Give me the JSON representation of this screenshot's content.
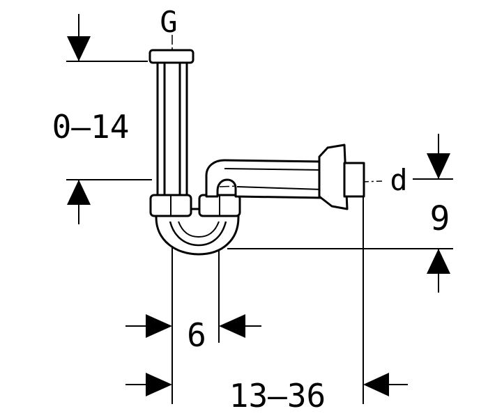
{
  "labels": {
    "g": "G",
    "d": "d",
    "dim_height": "0–14",
    "dim_offset": "9",
    "dim_width_small": "6",
    "dim_width_large": "13–36"
  },
  "colors": {
    "stroke": "#000000",
    "background": "#ffffff"
  }
}
